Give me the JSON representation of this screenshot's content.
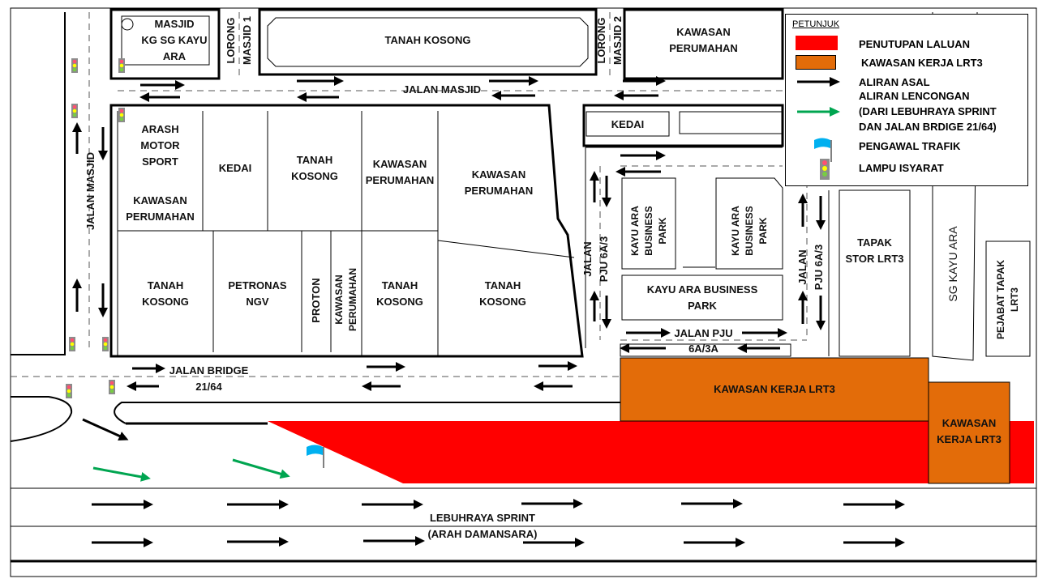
{
  "legend": {
    "title": "PETUNJUK",
    "items": [
      {
        "label": "PENUTUPAN LALUAN",
        "color": "#ff0000"
      },
      {
        "label": "KAWASAN KERJA LRT3",
        "color": "#e36c09"
      },
      {
        "label": "ALIRAN ASAL",
        "color": "#000000"
      },
      {
        "label": "ALIRAN LENCONGAN\n(DARI LEBUHRAYA SPRINT\nDAN  JALAN BRDIGE 21/64)",
        "color": "#00a550"
      },
      {
        "label": "PENGAWAL TRAFIK",
        "color": "#00b0f0"
      },
      {
        "label": "LAMPU ISYARAT",
        "color": "#808080"
      }
    ]
  },
  "roads": {
    "jalan_masjid_v": "JALAN MASJID",
    "jalan_masjid_h": "JALAN MASJID",
    "lorong_masjid_1": "LORONG\nMASJID 1",
    "lorong_masjid_2": "LORONG\nMASJID 2",
    "jalan_pju_left": "JALAN\nPJU 6A/3",
    "jalan_pju_right": "JALAN\nPJU 6A/3",
    "jalan_pju_h": "JALAN PJU\n6A/3A",
    "jalan_bridge": "JALAN BRIDGE\n21/64",
    "lebuhraya": "LEBUHRAYA SPRINT\n(ARAH DAMANSARA)",
    "sg_kayu_ara": "SG KAYU ARA"
  },
  "places": {
    "masjid": "MASJID\nKG SG KAYU\nARA",
    "tanah_kosong_top": "TANAH KOSONG",
    "kawasan_perumahan_top": "KAWASAN\nPERUMAHAN",
    "arash": "ARASH\nMOTOR\nSPORT",
    "kawasan_perumahan_1": "KAWASAN\nPERUMAHAN",
    "kedai_1": "KEDAI",
    "tanah_kosong_1": "TANAH\nKOSONG",
    "kawasan_perumahan_2": "KAWASAN\nPERUMAHAN",
    "kawasan_perumahan_3": "KAWASAN\nPERUMAHAN",
    "tanah_kosong_2": "TANAH\nKOSONG",
    "petronas": "PETRONAS\nNGV",
    "proton": "PROTON",
    "kawasan_perumahan_4": "KAWASAN\nPERUMAHAN",
    "tanah_kosong_3": "TANAH\nKOSONG",
    "tanah_kosong_4": "TANAH\nKOSONG",
    "kedai_2": "KEDAI",
    "kabp_1": "KAYU ARA\nBUSINESS\nPARK",
    "kabp_2": "KAYU ARA\nBUSINESS\nPARK",
    "kabp_3": "KAYU ARA BUSINESS\nPARK",
    "tapak_stor": "TAPAK\nSTOR LRT3",
    "pejabat_tapak": "PEJABAT TAPAK\nLRT3",
    "kerja_1": "KAWASAN KERJA LRT3",
    "kerja_2": "KAWASAN\nKERJA LRT3"
  }
}
